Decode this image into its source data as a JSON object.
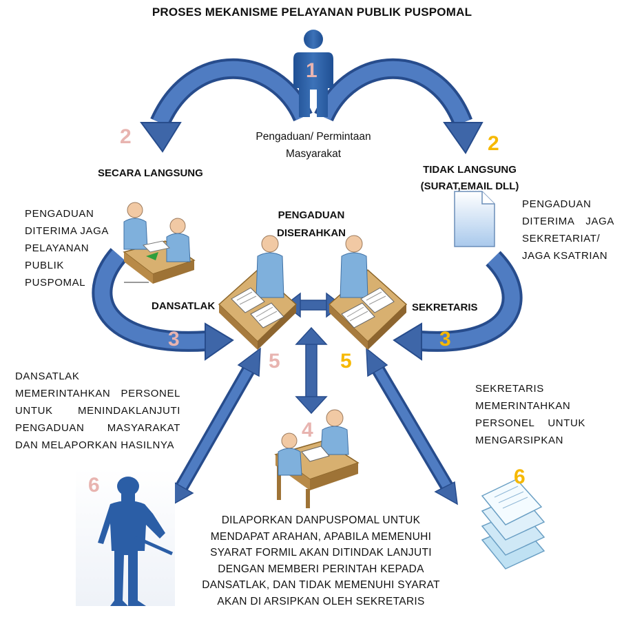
{
  "title": "PROSES MEKANISME PELAYANAN PUBLIK PUSPOMAL",
  "colors": {
    "arrow_blue": "#3e66a8",
    "arrow_dark": "#234a86",
    "number_pink": "#e8b4b0",
    "number_gold": "#f6b800",
    "desk_tan": "#d8b070",
    "figure_blue": "#2b5ea6"
  },
  "icons": [
    "person-icon",
    "meeting-desk-icon",
    "officer-desk-icon",
    "document-icon",
    "soldier-icon",
    "papers-stack-icon"
  ],
  "nodes": {
    "start": {
      "number": "1",
      "label_line1": "Pengaduan/ Permintaan",
      "label_line2": "Masyarakat"
    },
    "left_branch": {
      "number": "2",
      "label": "SECARA LANGSUNG",
      "note": [
        "PENGADUAN",
        "DITERIMA JAGA",
        "PELAYANAN",
        "PUBLIK",
        "PUSPOMAL"
      ]
    },
    "right_branch": {
      "number": "2",
      "label_line1": "TIDAK LANGSUNG",
      "label_line2": "(SURAT,EMAIL DLL)",
      "note": [
        "PENGADUAN",
        "DITERIMA JAGA",
        "SEKRETARIAT/",
        "JAGA KSATRIAN"
      ]
    },
    "handover": {
      "label_line1": "PENGADUAN",
      "label_line2": "DISERAHKAN"
    },
    "dansatlak": {
      "label": "DANSATLAK",
      "step_in": "3",
      "step_out": "5"
    },
    "sekretaris": {
      "label": "SEKRETARIS",
      "step_in": "3",
      "step_out": "5"
    },
    "report": {
      "number": "4",
      "text": [
        "DILAPORKAN DANPUSPOMAL UNTUK",
        "MENDAPAT ARAHAN, APABILA MEMENUHI",
        "SYARAT FORMIL AKAN DITINDAK LANJUTI",
        "DENGAN MEMBERI PERINTAH KEPADA",
        "DANSATLAK,  DAN TIDAK MEMENUHI SYARAT",
        "AKAN DI ARSIPKAN OLEH SEKRETARIS"
      ]
    },
    "personnel_left": {
      "number": "6",
      "note": [
        "DANSATLAK",
        "MEMERINTAHKAN PERSONEL",
        "UNTUK MENINDAKLANJUTI",
        "PENGADUAN MASYARAKAT",
        "DAN MELAPORKAN HASILNYA"
      ]
    },
    "archive_right": {
      "number": "6",
      "note": [
        "SEKRETARIS",
        "MEMERINTAHKAN",
        "PERSONEL UNTUK",
        "MENGARSIPKAN"
      ]
    }
  }
}
